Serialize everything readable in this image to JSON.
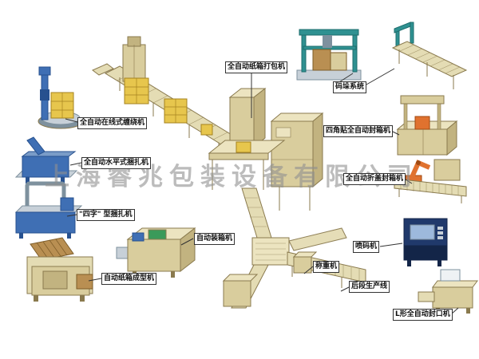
{
  "watermark": {
    "text": "上海睿兆包装设备有限公司"
  },
  "labels": [
    {
      "text": "全自动在线式缠绕机"
    },
    {
      "text": "全自动水平式捆扎机"
    },
    {
      "text": "\"四字\" 型捆扎机"
    },
    {
      "text": "自动纸箱成型机"
    },
    {
      "text": "自动装箱机"
    },
    {
      "text": "全自动纸箱打包机"
    },
    {
      "text": "码垛系统"
    },
    {
      "text": "四角贴全自动封箱机"
    },
    {
      "text": "全自动折盖封箱机"
    },
    {
      "text": "喷码机"
    },
    {
      "text": "称重机"
    },
    {
      "text": "后段生产线"
    },
    {
      "text": "L形全自动封口机"
    }
  ],
  "colors": {
    "outline": "#8a7a4e",
    "beige": "#d9cd9d",
    "beige-top": "#ece4c0",
    "beige-light": "#e4dcb4",
    "beige-dark": "#c2b380",
    "blue": "#3f6fb4",
    "blue-dark": "#27518f",
    "blue-mid": "#7a9cc8",
    "teal": "#2f9191",
    "teal-dark": "#1d6d6d",
    "box-yellow": "#e7c64d",
    "box-yellow-edge": "#a5831f",
    "carton-brown": "#b98f52",
    "carton-edge": "#7d5c28",
    "orange": "#e0722f",
    "orange-dark": "#a04a12",
    "green": "#3a9a5a",
    "navy": "#20396b",
    "navy-dark": "#132548",
    "screen-blue": "#9db9dc",
    "steel": "#c7d0d8",
    "steel-dark": "#7e919e",
    "watermark": "#909090",
    "line": "#333333"
  }
}
